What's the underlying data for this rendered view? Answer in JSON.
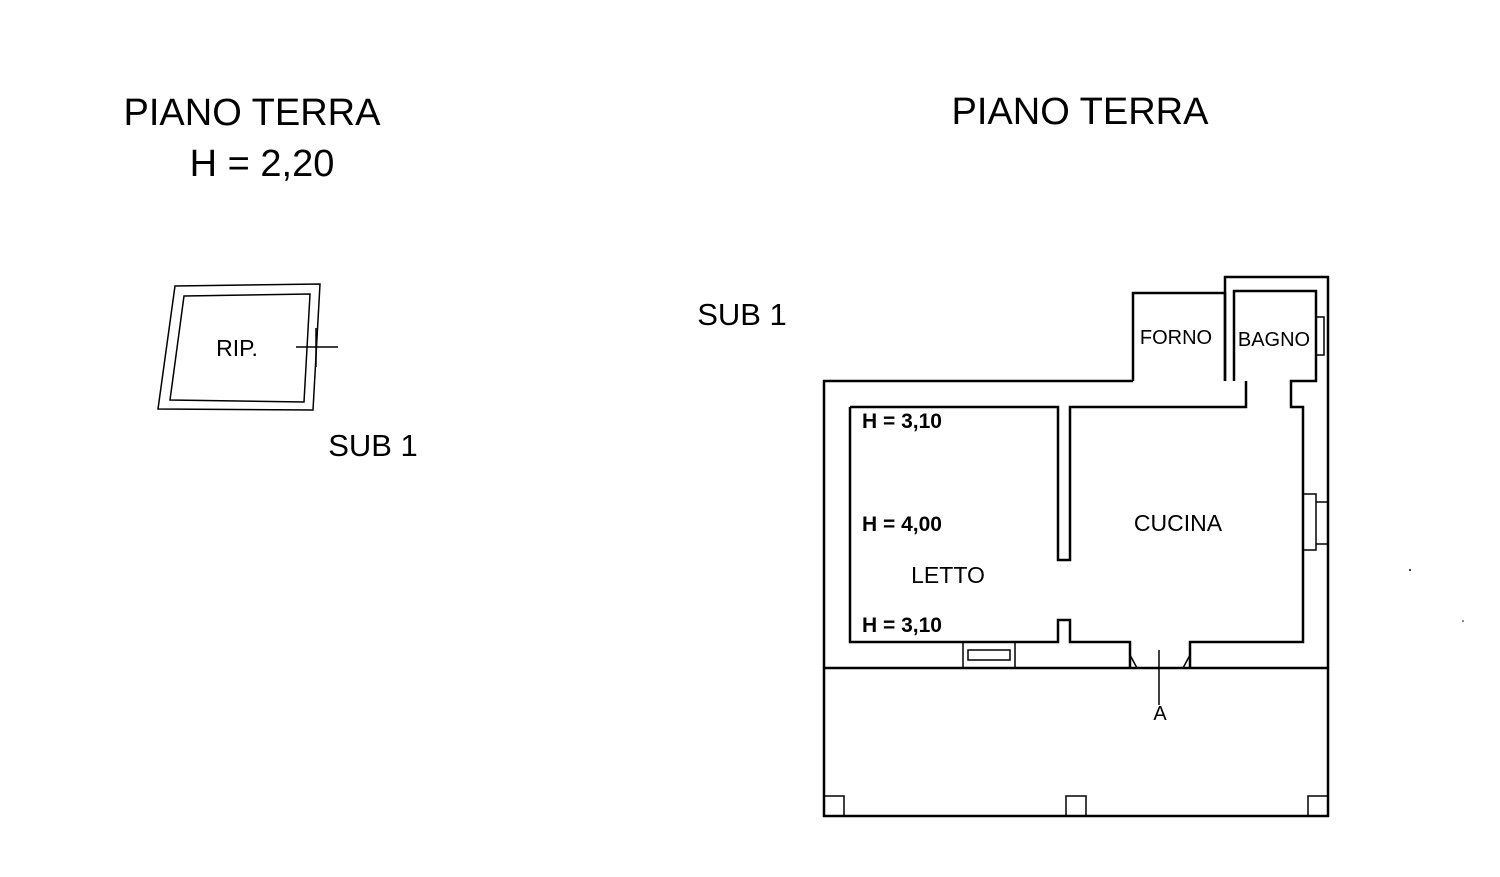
{
  "left_plan": {
    "title": "PIANO TERRA",
    "height": "H = 2,20",
    "room": "RIP.",
    "sub": "SUB 1"
  },
  "right_plan": {
    "title": "PIANO TERRA",
    "sub": "SUB 1",
    "rooms": {
      "forno": "FORNO",
      "bagno": "BAGNO",
      "cucina": "CUCINA",
      "letto": "LETTO"
    },
    "heights": [
      "H = 3,10",
      "H = 4,00",
      "H = 3,10"
    ],
    "entrance": "A"
  }
}
